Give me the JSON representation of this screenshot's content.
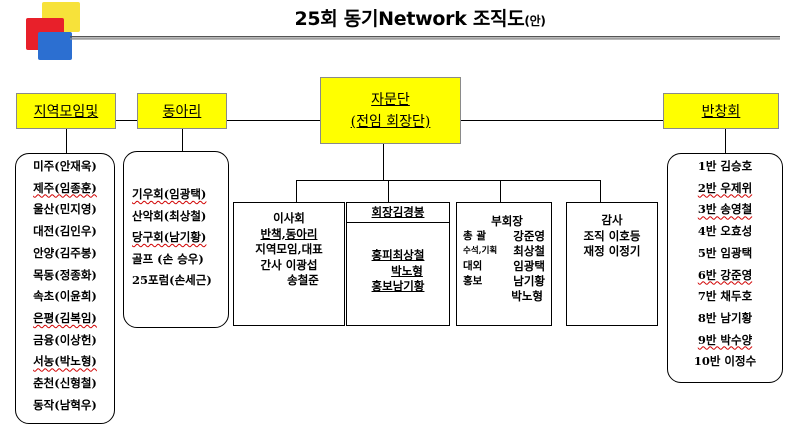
{
  "header": {
    "title": "25회 동기Network 조직도",
    "title_suffix": "(안)"
  },
  "categories": {
    "regional": "지역모임및",
    "clubs": "동아리",
    "advisory_line1": "자문단",
    "advisory_line2": "(전임 회장단)",
    "classes": "반창회"
  },
  "regional_members": [
    "미주(안재욱)",
    "제주(임종훈)",
    "울산(민지영)",
    "대전(김인우)",
    "안양(김주봉)",
    "목동(정종화)",
    "속초(이윤희)",
    "은평(김복임)",
    "금융(이상헌)",
    "서농(박노형)",
    "춘천(신형철)",
    "동작(남혁우)"
  ],
  "club_members": [
    "기우회(임광택)",
    "산악회(최상철)",
    "당구회(남기황)",
    "골프 (손 승우)",
    "25포럼(손세근)"
  ],
  "board": {
    "lines": [
      "이사회",
      "반책,동아리",
      "지역모임,대표",
      "간사 이광섭",
      "송철준"
    ]
  },
  "president": {
    "label": "회장김경봉",
    "lines": [
      "홍피최상철",
      "박노형",
      "홍보남기황"
    ]
  },
  "vice": {
    "title": "부회장",
    "rows": [
      {
        "role": "총  괄",
        "name": "강준영"
      },
      {
        "role": "수석,기획",
        "name": "최상철"
      },
      {
        "role": "대외",
        "name": "임광택"
      },
      {
        "role": "홍보",
        "name": "남기황"
      },
      {
        "role": "",
        "name": "박노형"
      }
    ]
  },
  "audit": {
    "title": "감사",
    "lines": [
      "조직 이호등",
      "재정 이정기"
    ]
  },
  "class_members": [
    "1반 김승호",
    "2반 우제위",
    "3반 송영철",
    "4반 오효성",
    "5반 임광택",
    "6반 강준영",
    "7반 채두호",
    "8반 남기황",
    "9반 박수양",
    "10반 이정수"
  ],
  "colors": {
    "box_fill": "#ffff00",
    "accent_red": "#e8202a",
    "accent_blue": "#2c6fd1"
  }
}
